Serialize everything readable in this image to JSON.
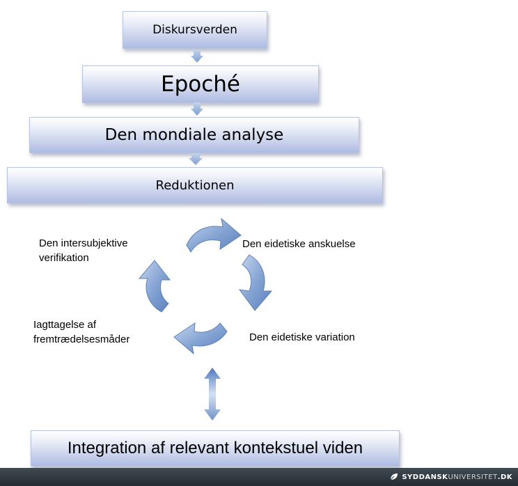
{
  "flow": {
    "step1": "Diskursverden",
    "step2": "Epoché",
    "step3": "Den mondiale analyse",
    "step4": "Reduktionen"
  },
  "cycle": {
    "intersubjective": "Den intersubjektive verifikation",
    "anskuelse": "Den eidetiske anskuelse",
    "iagttagelse": "Iagttagelse af fremtrædelsesmåder",
    "variation": "Den eidetiske variation"
  },
  "bottom_box": "Integration af relevant kontekstuel viden",
  "footer": {
    "logo_bold": "SYDDANSK",
    "logo_light": "UNIVERSITET",
    "logo_tld": ".DK"
  },
  "colors": {
    "box_blue": "#aebbe2",
    "arrow_blue": "#6f93c8",
    "footer": "#2f373d"
  }
}
